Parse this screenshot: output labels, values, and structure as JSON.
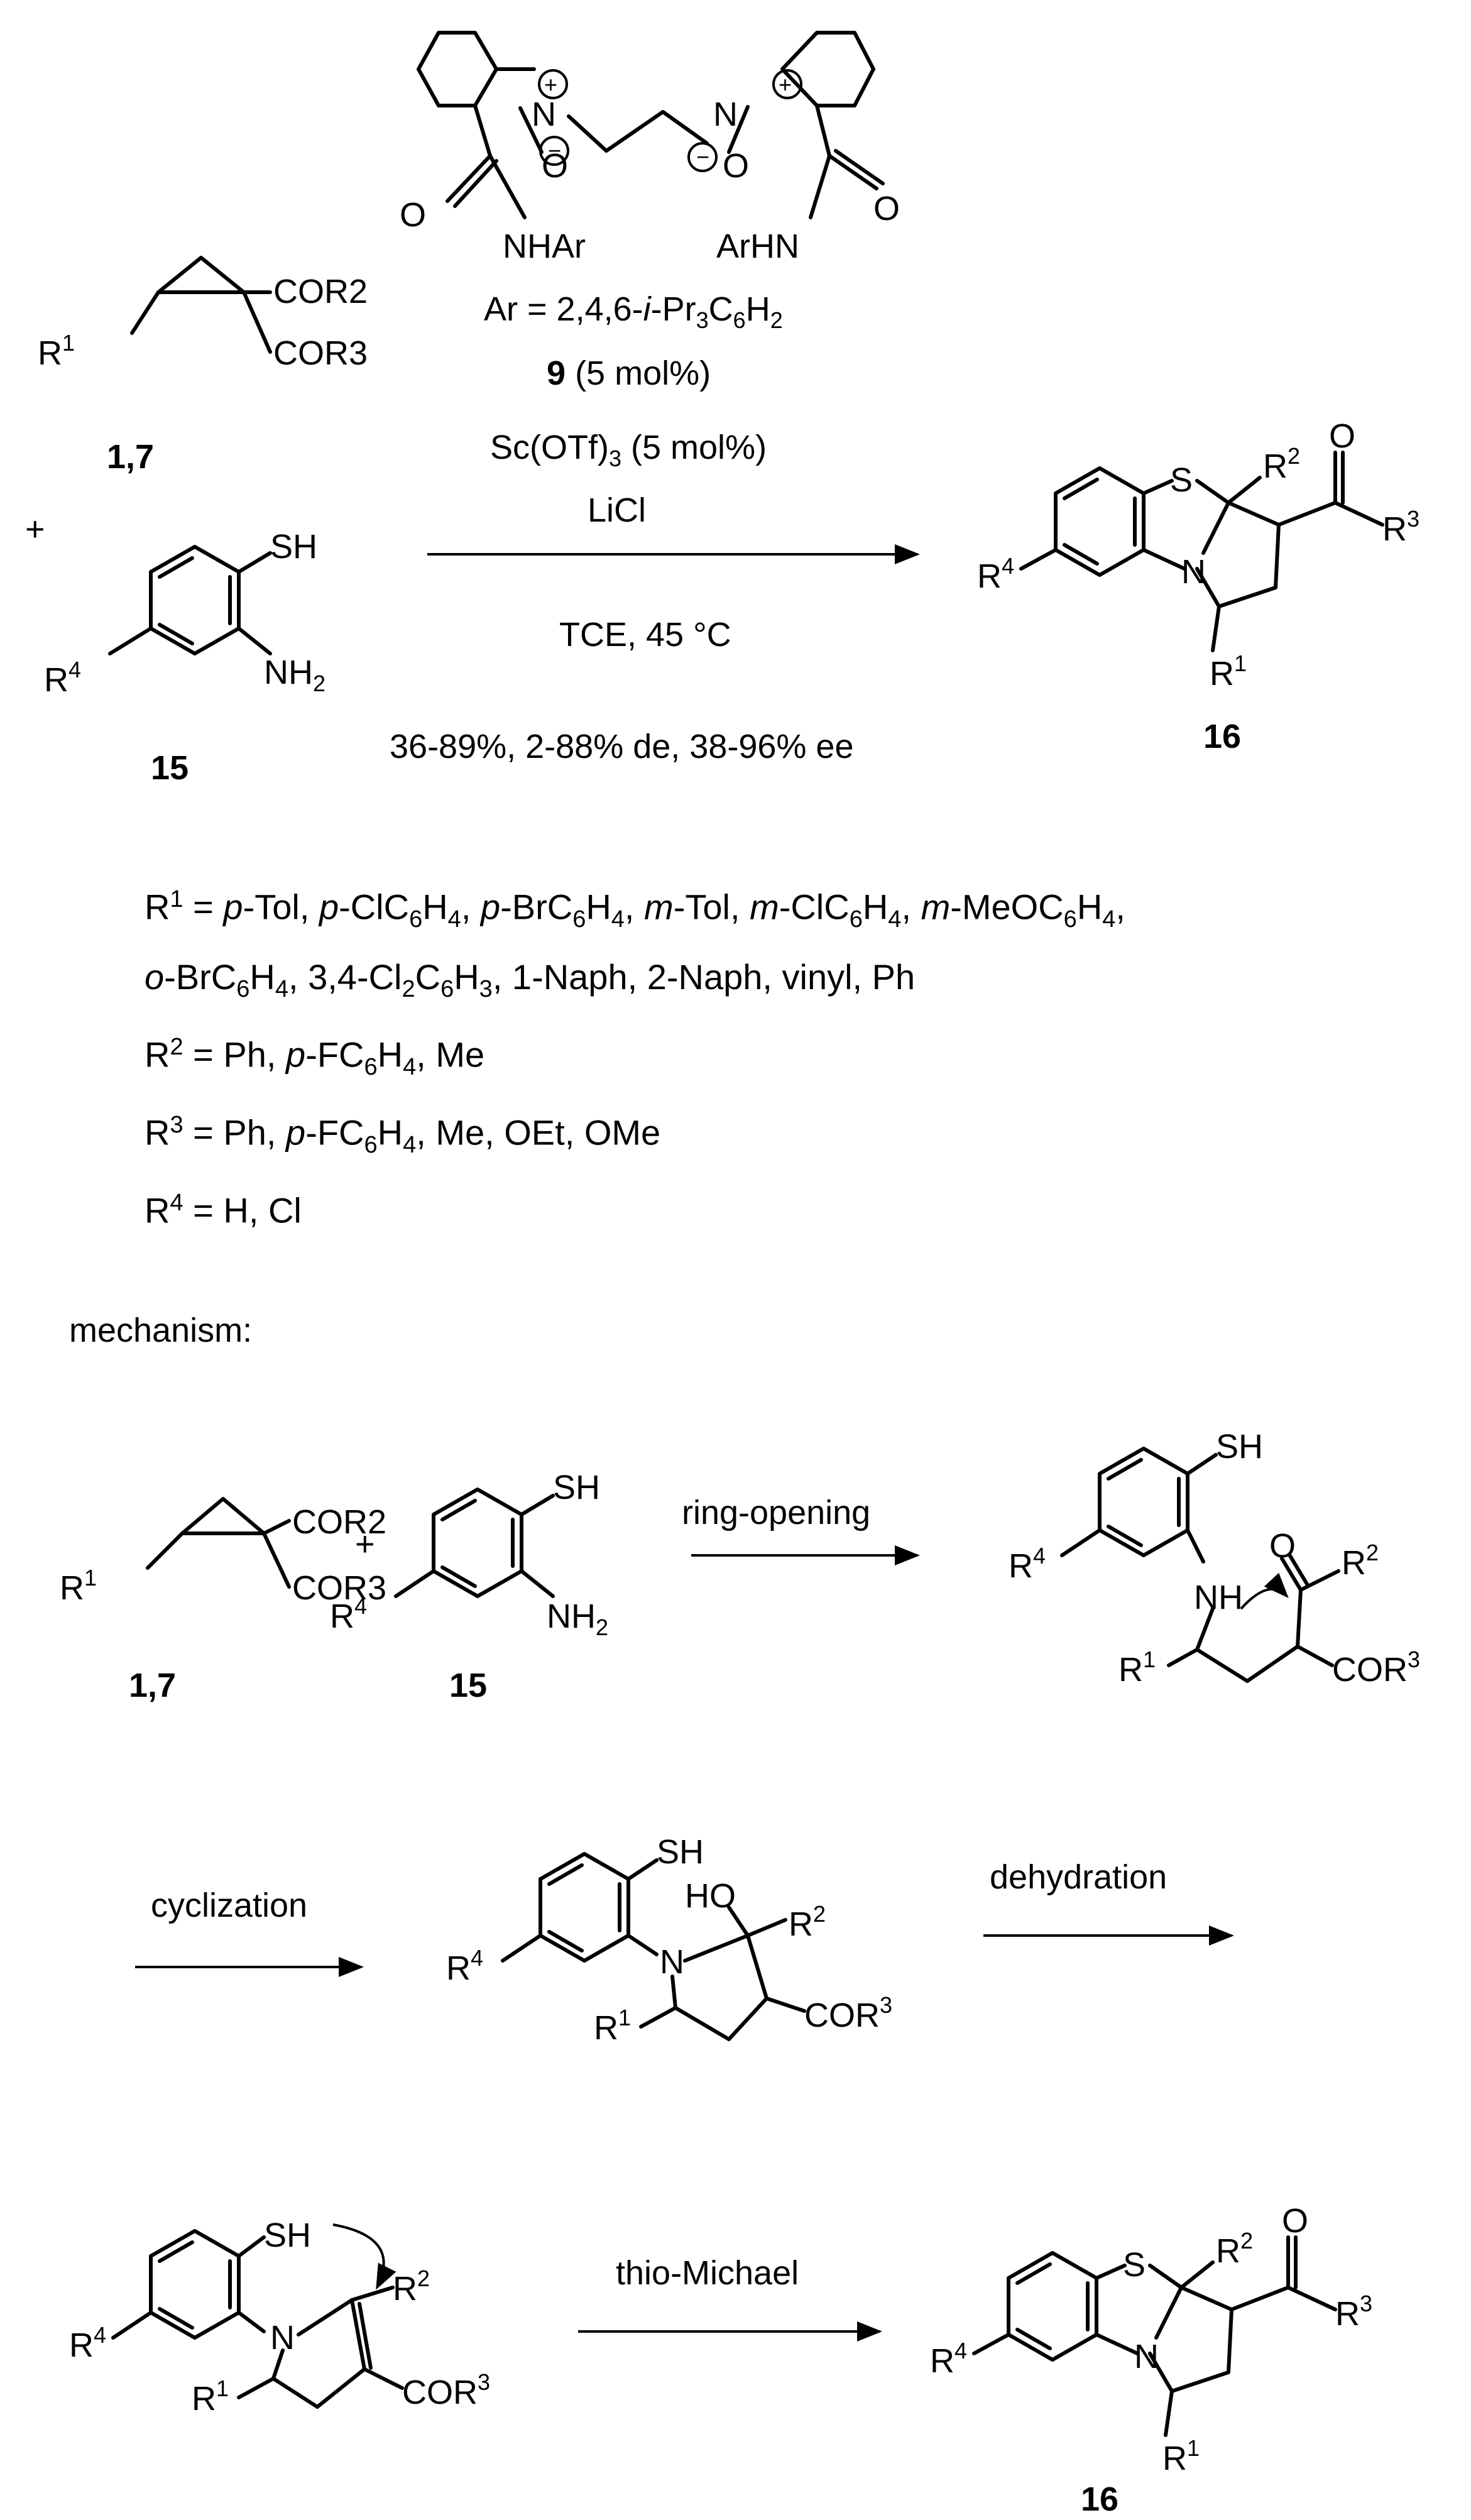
{
  "reaction": {
    "cyclopropane_label": "1,7",
    "aminothiophenol_label": "15",
    "product_label": "16",
    "plus": "+",
    "catalyst": {
      "ar_definition": "Ar = 2,4,6-i-Pr3C6H2",
      "ligand_label": "9",
      "ligand_loading": "(5 mol%)",
      "lewis_acid": "Sc(OTf)3 (5 mol%)",
      "additive": "LiCl",
      "nhar": "NHAr",
      "arhn": "ArHN"
    },
    "conditions": "TCE, 45 °C",
    "results": "36-89%, 2-88% de, 38-96% ee"
  },
  "substituents": [
    {
      "r": "R1",
      "values": "p-Tol, p-ClC6H4, p-BrC6H4, m-Tol, m-ClC6H4, m-MeOC6H4, o-BrC6H4, 3,4-Cl2C6H3, 1-Naph, 2-Naph, vinyl, Ph"
    },
    {
      "r": "R2",
      "values": "Ph, p-FC6H4, Me"
    },
    {
      "r": "R3",
      "values": "Ph, p-FC6H4, Me, OEt, OMe"
    },
    {
      "r": "R4",
      "values": "H, Cl"
    }
  ],
  "mechanism": {
    "heading": "mechanism:",
    "steps": [
      "ring-opening",
      "cyclization",
      "dehydration",
      "thio-Michael"
    ],
    "labels": {
      "cyclopropane": "1,7",
      "aminothiophenol": "15",
      "product": "16"
    }
  },
  "atoms": {
    "sh": "SH",
    "s": "S",
    "n": "N",
    "nh": "NH",
    "nh2": "NH2",
    "o": "O",
    "ho": "HO",
    "cor2": "COR2",
    "cor3": "COR3"
  }
}
